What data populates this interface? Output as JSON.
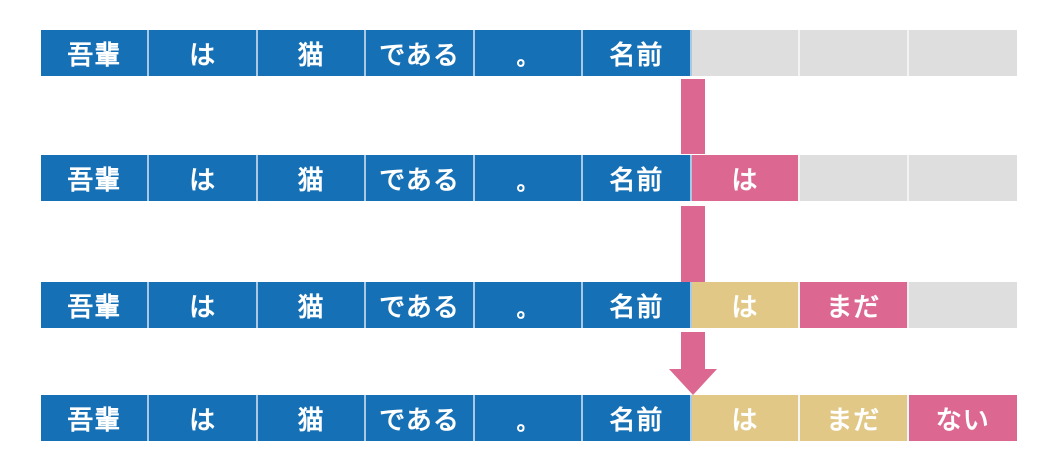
{
  "diagram": {
    "description": "Autoregressive text generation: each step appends one predicted token",
    "colors": {
      "context": "#1570b6",
      "newly_generated": "#dc6891",
      "previously_generated": "#e1c887",
      "empty": "#dedede",
      "arrow": "#dc6891"
    },
    "rows": [
      {
        "cells": [
          {
            "text": "吾輩",
            "state": "context"
          },
          {
            "text": "は",
            "state": "context"
          },
          {
            "text": "猫",
            "state": "context"
          },
          {
            "text": "である",
            "state": "context"
          },
          {
            "text": "。",
            "state": "context"
          },
          {
            "text": "名前",
            "state": "context"
          },
          {
            "text": "",
            "state": "empty"
          },
          {
            "text": "",
            "state": "empty"
          },
          {
            "text": "",
            "state": "empty"
          }
        ]
      },
      {
        "cells": [
          {
            "text": "吾輩",
            "state": "context"
          },
          {
            "text": "は",
            "state": "context"
          },
          {
            "text": "猫",
            "state": "context"
          },
          {
            "text": "である",
            "state": "context"
          },
          {
            "text": "。",
            "state": "context"
          },
          {
            "text": "名前",
            "state": "context"
          },
          {
            "text": "は",
            "state": "newly_generated"
          },
          {
            "text": "",
            "state": "empty"
          },
          {
            "text": "",
            "state": "empty"
          }
        ]
      },
      {
        "cells": [
          {
            "text": "吾輩",
            "state": "context"
          },
          {
            "text": "は",
            "state": "context"
          },
          {
            "text": "猫",
            "state": "context"
          },
          {
            "text": "である",
            "state": "context"
          },
          {
            "text": "。",
            "state": "context"
          },
          {
            "text": "名前",
            "state": "context"
          },
          {
            "text": "は",
            "state": "previously_generated"
          },
          {
            "text": "まだ",
            "state": "newly_generated"
          },
          {
            "text": "",
            "state": "empty"
          }
        ]
      },
      {
        "cells": [
          {
            "text": "吾輩",
            "state": "context"
          },
          {
            "text": "は",
            "state": "context"
          },
          {
            "text": "猫",
            "state": "context"
          },
          {
            "text": "である",
            "state": "context"
          },
          {
            "text": "。",
            "state": "context"
          },
          {
            "text": "名前",
            "state": "context"
          },
          {
            "text": "は",
            "state": "previously_generated"
          },
          {
            "text": "まだ",
            "state": "previously_generated"
          },
          {
            "text": "ない",
            "state": "newly_generated"
          }
        ]
      }
    ]
  }
}
